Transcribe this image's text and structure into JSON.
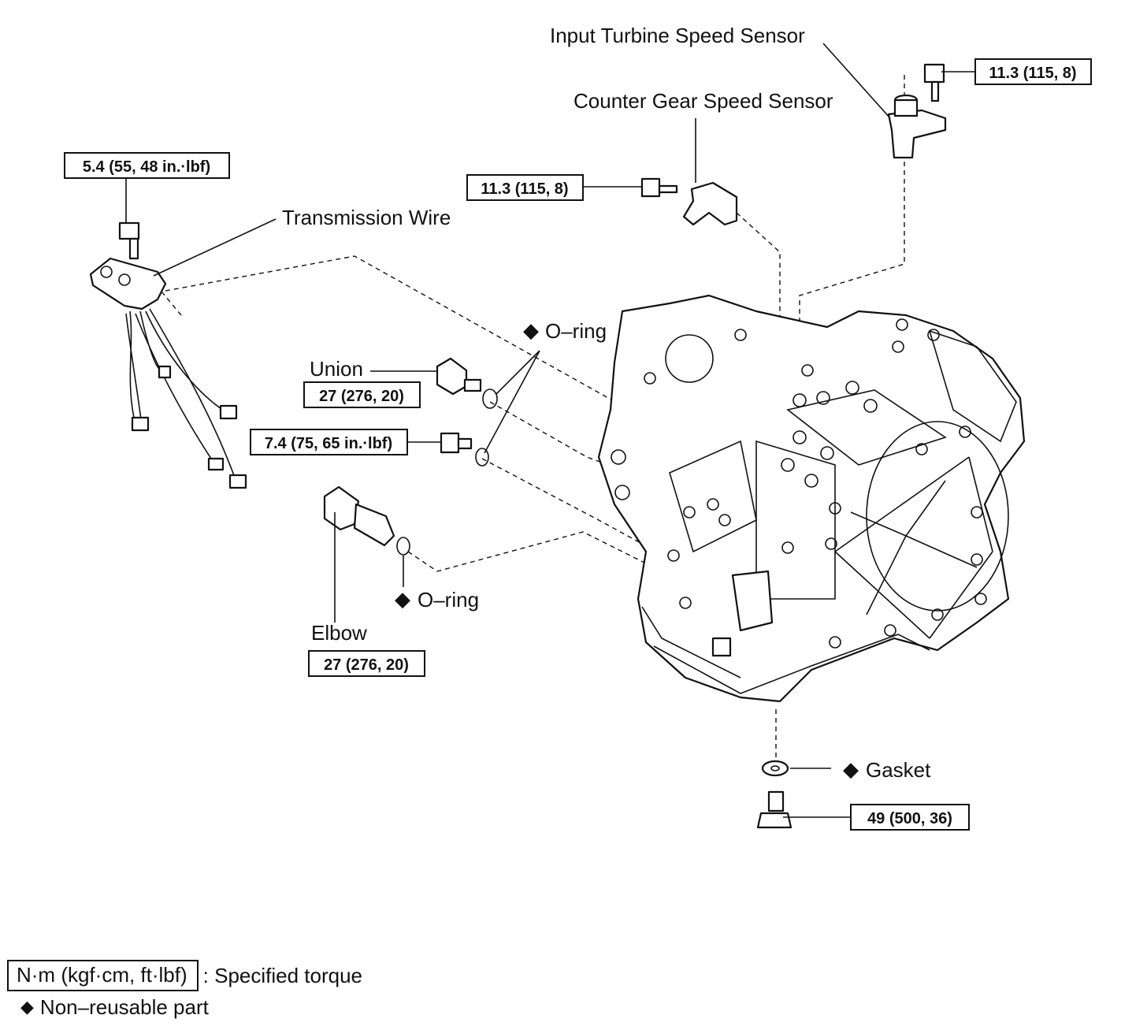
{
  "labels": {
    "input_turbine_speed_sensor": "Input Turbine Speed Sensor",
    "counter_gear_speed_sensor": "Counter Gear Speed Sensor",
    "transmission_wire": "Transmission Wire",
    "o_ring_upper": "O–ring",
    "union": "Union",
    "o_ring_lower": "O–ring",
    "elbow": "Elbow",
    "gasket": "Gasket"
  },
  "torques": {
    "input_turbine_bolt": "11.3 (115, 8)",
    "counter_gear_bolt": "11.3 (115, 8)",
    "transmission_wire_bolt": "5.4 (55, 48 in.·lbf)",
    "union": "27 (276, 20)",
    "plug": "7.4 (75, 65 in.·lbf)",
    "elbow": "27 (276, 20)",
    "drain_plug": "49 (500, 36)"
  },
  "legend": {
    "torque_unit": "N·m (kgf·cm, ft·lbf)",
    "torque_desc": ": Specified torque",
    "non_reusable": "Non–reusable part"
  },
  "symbols": {
    "non_reusable_marker": "◆"
  }
}
